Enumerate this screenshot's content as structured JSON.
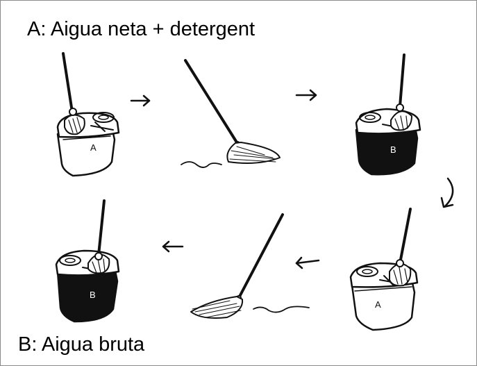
{
  "legend": {
    "top": "A: Aigua neta + detergent",
    "bottom": "B: Aigua bruta"
  },
  "buckets": {
    "a_label": "A",
    "b_label": "B"
  },
  "colors": {
    "ink": "#111111",
    "clean_water": "#ffffff",
    "dirty_water": "#111111"
  },
  "icons": [
    "right-arrow-icon",
    "curved-down-arrow-icon",
    "left-arrow-icon",
    "mop-icon",
    "mop-bucket-icon"
  ]
}
